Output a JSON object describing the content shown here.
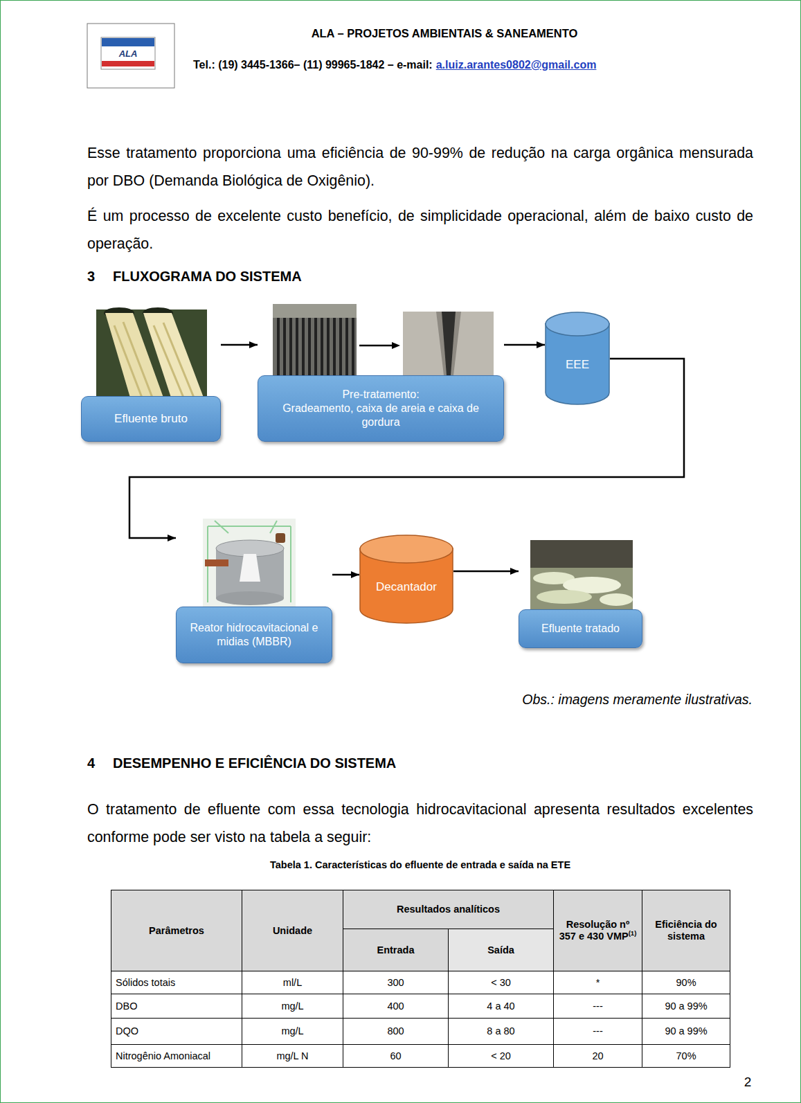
{
  "diagram": {
    "nodes": [
      {
        "text": [
          "Efluente bruto"
        ]
      },
      {
        "text": [
          "Pre-tratamento:",
          "Gradeamento, caixa de areia e caixa de gordura"
        ]
      },
      {
        "text": [
          "EEE"
        ]
      },
      {
        "text": [
          "Reator hidrocavitacional e midias (MBBR)"
        ]
      },
      {
        "text": [
          "Decantador"
        ]
      },
      {
        "text": [
          "Efluente tratado"
        ]
      }
    ],
    "edges": [
      {
        "from": 0,
        "to": 1,
        "arrow": "to"
      },
      {
        "from": 1,
        "to": 2,
        "arrow": "to"
      },
      {
        "from": 2,
        "to": 3,
        "arrow": "to"
      },
      {
        "from": 3,
        "to": 4,
        "arrow": "to"
      },
      {
        "from": 4,
        "to": 5,
        "arrow": "to"
      }
    ],
    "labels": [
      "ALA",
      "ALA – PROJETOS AMBIENTAIS & SANEAMENTO",
      "Tel.: (19) 3445-1366– (11) 99965-1842 – e-mail:",
      "a.luiz.arantes0802@gmail.com",
      "Esse tratamento proporciona uma eficiência de 90-99% de redução na carga orgânica mensurada por DBO (Demanda Biológica de Oxigênio).",
      "É um processo de excelente custo benefício, de simplicidade operacional, além de baixo custo de operação.",
      "3",
      "FLUXOGRAMA DO SISTEMA",
      "Obs.: imagens meramente ilustrativas.",
      "4",
      "DESEMPENHO E EFICIÊNCIA DO SISTEMA",
      "O tratamento de efluente com essa tecnologia hidrocavitacional apresenta resultados excelentes conforme pode ser visto na tabela a seguir:",
      "Tabela 1. Características do efluente de entrada e saída na ETE",
      "Parâmetros",
      "Unidade",
      "Resultados analíticos",
      "Resolução nº 357 e 430 VMP",
      "(1)",
      "Eficiência do sistema",
      "Entrada",
      "Saída",
      "Sólidos totais",
      "ml/L",
      "300",
      "< 30",
      "*",
      "90%",
      "DBO",
      "mg/L",
      "400",
      "4 a 40",
      "---",
      "90 a 99%",
      "DQO",
      "mg/L",
      "800",
      "8 a 80",
      "---",
      "90 a 99%",
      "Nitrogênio Amoniacal",
      "mg/L N",
      "60",
      "< 20",
      "20",
      "70%",
      "2"
    ]
  }
}
